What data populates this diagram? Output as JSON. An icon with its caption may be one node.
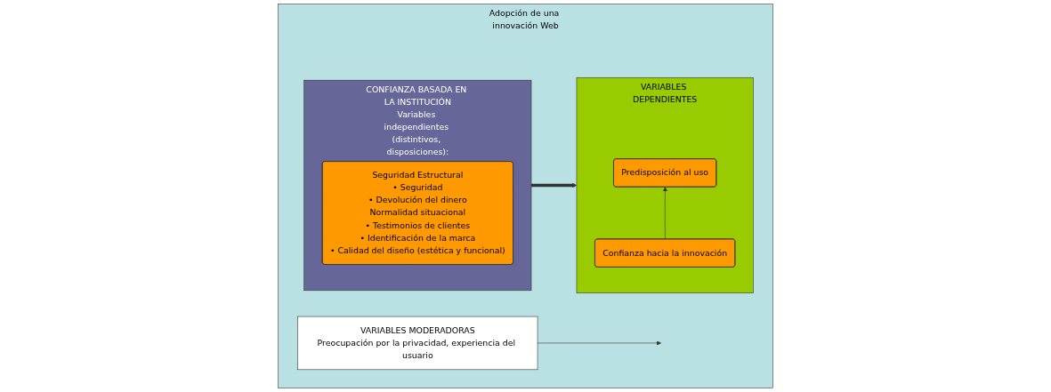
{
  "diagram": {
    "nodes": [
      {
        "text": [
          "Adopción de una innovación Web"
        ]
      },
      {
        "text": [
          "CONFIANZA BASADA EN LA INSTITUCIÓN",
          "Variables independientes (distintivos, disposiciones):"
        ],
        "in": 0
      },
      {
        "text": [
          "Seguridad Estructural",
          "• Seguridad",
          "• Devolución del dinero",
          "Normalidad situacional",
          "• Testimonios de clientes",
          "• Identificación de la marca",
          "• Calidad del diseño (estética y funcional)"
        ],
        "in": 1
      },
      {
        "text": [
          "VARIABLES MODERADORAS",
          "Preocupación por la privacidad, experiencia del usuario"
        ],
        "in": 0
      },
      {
        "text": [
          "VARIABLES DEPENDIENTES"
        ],
        "in": 0
      },
      {
        "text": [
          "Predisposición al uso"
        ],
        "in": 4
      },
      {
        "text": [
          "Confianza hacia la innovación"
        ],
        "in": 4
      }
    ],
    "edges": [
      {
        "from": 1,
        "to": 4,
        "arrow": "to",
        "style": "thick"
      },
      {
        "from": 3,
        "to": null,
        "arrow": "to"
      },
      {
        "from": 6,
        "to": 5,
        "arrow": "to"
      }
    ]
  }
}
